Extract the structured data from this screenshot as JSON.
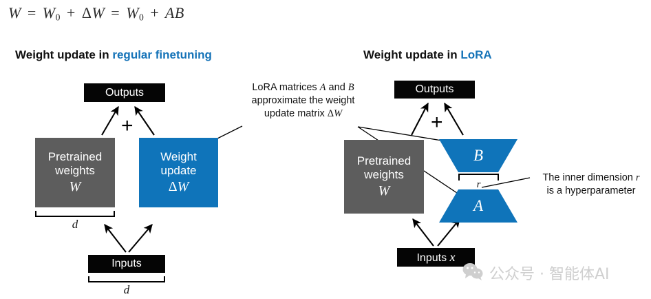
{
  "formula": {
    "lhs": "W",
    "eq1": "=",
    "w0_a": "W",
    "sub0_a": "0",
    "plus1": "+",
    "delta": "Δ",
    "dw": "W",
    "eq2": "=",
    "w0_b": "W",
    "sub0_b": "0",
    "plus2": "+",
    "a": "A",
    "b": "B",
    "full_text": "W = W0 + ΔW = W0 + AB"
  },
  "left_panel": {
    "heading_prefix": "Weight update in ",
    "heading_accent": "regular finetuning",
    "outputs_box": {
      "label": "Outputs"
    },
    "plus": "+",
    "pretrained_box": {
      "line1": "Pretrained",
      "line2": "weights",
      "symbol": "W"
    },
    "update_box": {
      "line1": "Weight",
      "line2": "update",
      "symbol_delta": "Δ",
      "symbol_w": "W"
    },
    "dim_under_weights": "d",
    "inputs_box": {
      "label": "Inputs"
    },
    "dim_under_inputs": "d"
  },
  "center_annotation": {
    "line1_prefix": "LoRA matrices ",
    "line1_a": "A",
    "line1_mid": " and ",
    "line1_b": "B",
    "line2": "approximate the weight",
    "line3_prefix": "update matrix ",
    "line3_delta": "Δ",
    "line3_w": "W",
    "full_text": "LoRA matrices A and B approximate the weight update matrix ΔW"
  },
  "right_panel": {
    "heading_prefix": "Weight update in ",
    "heading_accent": "LoRA",
    "outputs_box": {
      "label": "Outputs"
    },
    "plus": "+",
    "pretrained_box": {
      "line1": "Pretrained",
      "line2": "weights",
      "symbol": "W"
    },
    "matrix_b": {
      "label": "B"
    },
    "matrix_a": {
      "label": "A"
    },
    "inner_dim": "r",
    "inputs_box": {
      "label_prefix": "Inputs ",
      "label_var": "x"
    }
  },
  "right_annotation": {
    "line1_prefix": "The inner dimension ",
    "line1_var": "r",
    "line2": "is a hyperparameter",
    "full_text": "The inner dimension r is a hyperparameter"
  },
  "watermark": {
    "icon": "wechat-icon",
    "text": "公众号 · 智能体AI"
  },
  "colors": {
    "accent_blue": "#1573b8",
    "box_blue": "#0f74ba",
    "box_gray": "#5d5d5d",
    "box_black": "#050505",
    "watermark_gray": "#cfcfcf"
  }
}
